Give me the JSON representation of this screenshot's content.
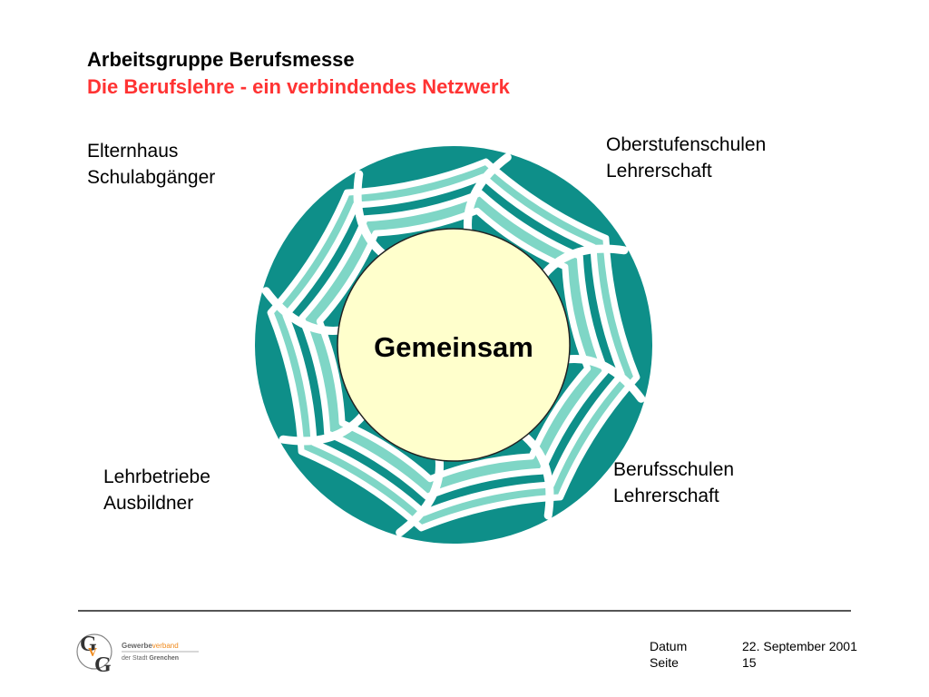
{
  "header": {
    "title": "Arbeitsgruppe Berufsmesse",
    "subtitle": "Die Berufslehre - ein verbindendes Netzwerk"
  },
  "diagram": {
    "center_label": "Gemeinsam",
    "labels": {
      "top_left": [
        "Elternhaus",
        "Schulabgänger"
      ],
      "top_right": [
        "Oberstufenschulen",
        "Lehrerschaft"
      ],
      "bottom_left": [
        "Lehrbetriebe",
        "Ausbildner"
      ],
      "bottom_right": [
        "Berufsschulen",
        "Lehrerschaft"
      ]
    }
  },
  "footer": {
    "logo_name_part1": "Gewerbe",
    "logo_name_part2": "verband",
    "logo_sub_part1": "der Stadt ",
    "logo_sub_part2": "Grenchen",
    "datum_label": "Datum",
    "datum_value": "22. September 2001",
    "seite_label": "Seite",
    "seite_value": "15"
  },
  "colors": {
    "title": "#000000",
    "subtitle": "#ff3333",
    "web_dark": "#0e8f89",
    "web_light": "#7fd6c6",
    "center_fill": "#ffffcc",
    "logo_orange": "#f08a1c",
    "logo_gray": "#666666"
  },
  "icons": {
    "logo": "gvg-monogram-logo"
  }
}
